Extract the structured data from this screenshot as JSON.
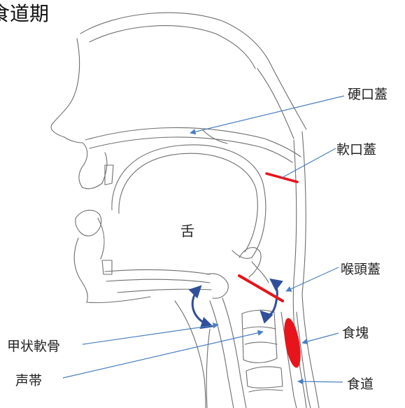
{
  "title": "食道期",
  "labels": {
    "hard_palate": "硬口蓋",
    "soft_palate": "軟口蓋",
    "tongue": "舌",
    "epiglottis": "喉頭蓋",
    "bolus": "食塊",
    "thyroid_cartilage": "甲状軟骨",
    "vocal_cords": "声帯",
    "esophagus": "食道"
  },
  "colors": {
    "pointer_line": "#4a7fc1",
    "closure_mark": "#e8141b",
    "bolus": "#e8141b",
    "motion_arrow": "#2f4f9a",
    "sketch_line": "#6e6e6e"
  }
}
